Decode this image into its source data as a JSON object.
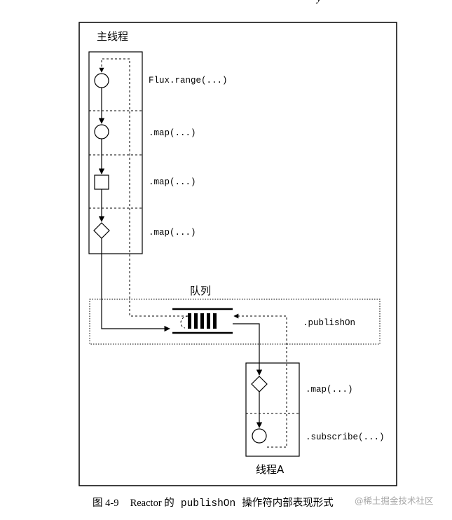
{
  "header_text": "y",
  "main_thread": {
    "title": "主线程",
    "ops": [
      "Flux.range(...)",
      ".map(...)",
      ".map(...)",
      ".map(...)"
    ]
  },
  "queue": {
    "title": "队列",
    "op": ".publishOn"
  },
  "thread_a": {
    "title": "线程A",
    "ops": [
      ".map(...)",
      ".subscribe(...)"
    ]
  },
  "caption": {
    "prefix": "图 4-9",
    "framework": "Reactor 的",
    "code": "publishOn",
    "suffix": "操作符内部表现形式"
  },
  "watermark": "@稀土掘金技术社区"
}
